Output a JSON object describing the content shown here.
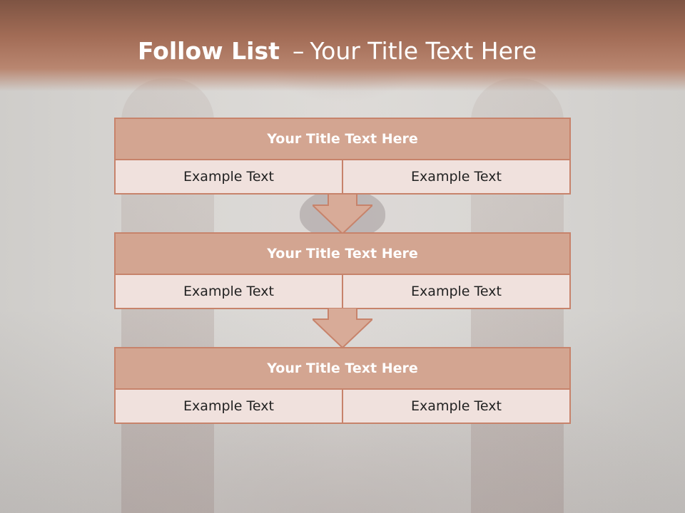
{
  "header": {
    "title_bold": "Follow List",
    "title_dash": "–",
    "title_rest": "Your Title Text Here"
  },
  "steps": [
    {
      "title": "Your Title Text Here",
      "left": "Example Text",
      "right": "Example Text"
    },
    {
      "title": "Your Title Text Here",
      "left": "Example Text",
      "right": "Example Text"
    },
    {
      "title": "Your Title Text Here",
      "left": "Example Text",
      "right": "Example Text"
    }
  ],
  "colors": {
    "header": "#a26c56",
    "box_title_fill": "#d3a591",
    "box_body_fill": "#f0e1dd",
    "border": "#c7836b",
    "arrow_fill": "#d8ab98"
  }
}
